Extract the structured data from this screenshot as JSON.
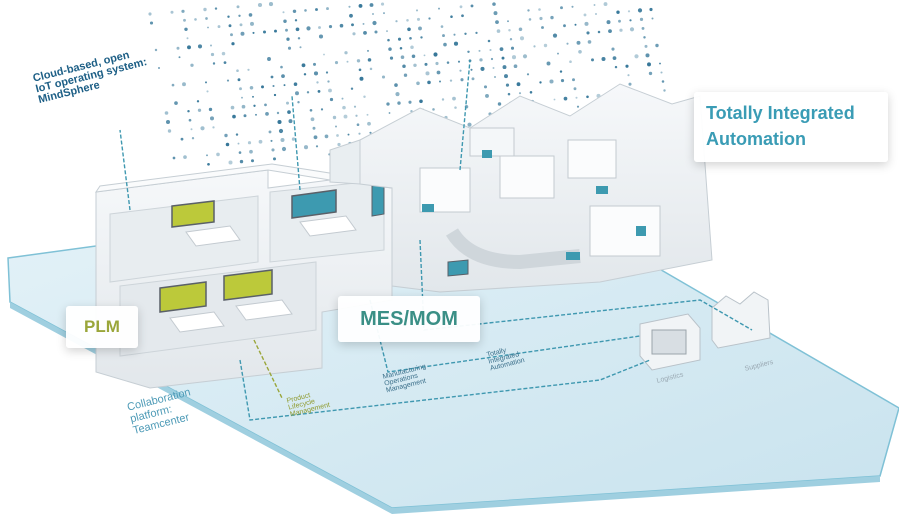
{
  "callouts": {
    "tia": {
      "line1": "Totally Integrated",
      "line2": "Automation"
    },
    "plm": "PLM",
    "mes": "MES/MOM"
  },
  "labels": {
    "cloud": [
      "Cloud-based, open",
      "IoT operating system:",
      "MindSphere"
    ],
    "collab": [
      "Collaboration",
      "platform:",
      "Teamcenter"
    ],
    "plm_small": [
      "Product",
      "Lifecycle",
      "Management"
    ],
    "mom_small": [
      "Manufacturing",
      "Operations",
      "Management"
    ],
    "tia_small": [
      "Totally",
      "Integrated",
      "Automation"
    ],
    "logistics": "Logistics",
    "suppliers": "Suppliers"
  },
  "colors": {
    "platform": "#d5eaf3",
    "platform_edge": "#7fc1d6",
    "building": "#f1f4f6",
    "wall": "#dde3e8",
    "cable_teal": "#3f98b0",
    "cable_green": "#9aa63a",
    "screen_green": "#bcc93a",
    "screen_teal": "#3d9ab0",
    "cloud_dots": "#2a6f93"
  }
}
